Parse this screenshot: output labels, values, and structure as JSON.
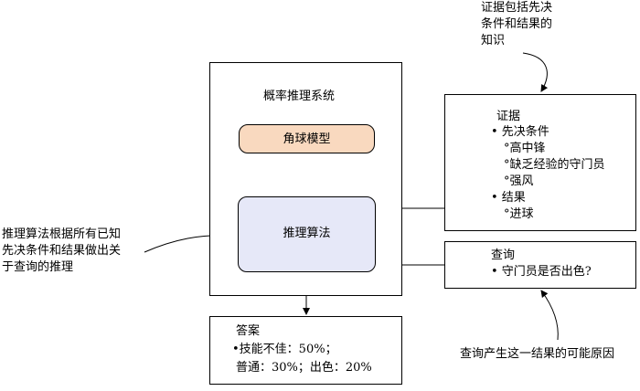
{
  "annotations": {
    "evidence_note": [
      "证据包括先决",
      "条件和结果的",
      "知识"
    ],
    "algorithm_note": [
      "推理算法根据所有已知",
      "先决条件和结果做出关",
      "于查询的推理"
    ],
    "query_note": "查询产生这一结果的可能原因"
  },
  "system": {
    "title": "概率推理系统",
    "model_label": "角球模型",
    "algorithm_label": "推理算法"
  },
  "evidence": {
    "heading": "证据",
    "lines": [
      "• 先决条件",
      "°高中锋",
      "°缺乏经验的守门员",
      "°强风",
      "• 结果",
      "°进球"
    ]
  },
  "query": {
    "heading": "查询",
    "item": "• 守门员是否出色?"
  },
  "answer": {
    "heading": "答案",
    "line1": "•技能不佳：50%；",
    "line2": "普通：30%；出色：20%"
  },
  "colors": {
    "model_fill": "#f9d9bf",
    "algorithm_fill": "#e6e8f8"
  }
}
